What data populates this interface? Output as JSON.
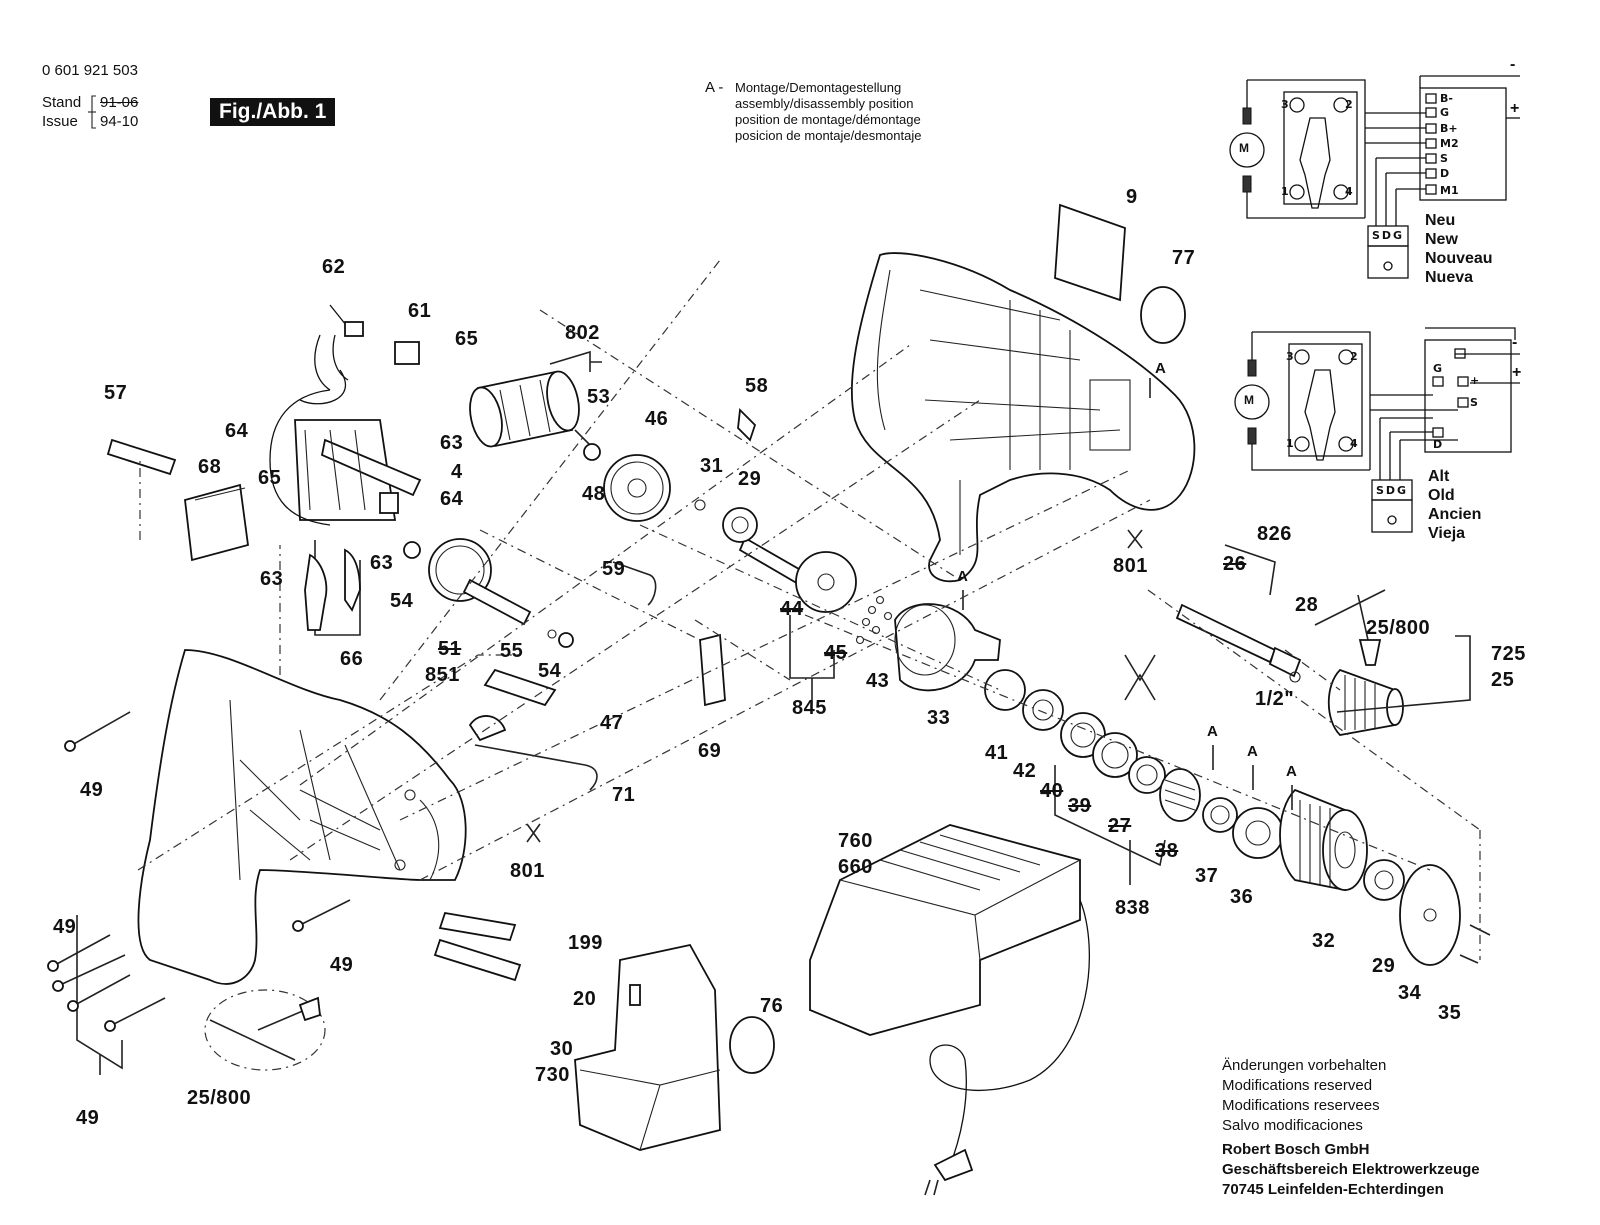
{
  "header": {
    "part_no": "0 601 921 503",
    "stand_label": "Stand",
    "stand_value": "91-06",
    "issue_label": "Issue",
    "issue_value": "94-10",
    "figure_label": "Fig./Abb. 1"
  },
  "assembly_note": {
    "marker": "A -",
    "lines": [
      "Montage/Demontagestellung",
      "assembly/disassembly position",
      "position de montage/démontage",
      "posicion de montaje/desmontaje"
    ]
  },
  "wiring": {
    "new": {
      "pins": [
        "B-",
        "G",
        "B+",
        "M2",
        "S",
        "D",
        "M1"
      ],
      "labels": [
        "Neu",
        "New",
        "Nouveau",
        "Nueva"
      ],
      "plus": "+",
      "minus": "-",
      "motor": "M",
      "sdg": "SDG"
    },
    "old": {
      "pins": [
        "G",
        "+",
        "S",
        "D"
      ],
      "labels": [
        "Alt",
        "Old",
        "Ancien",
        "Vieja"
      ],
      "plus": "+",
      "minus": "-",
      "motor": "M",
      "sdg": "SDG"
    },
    "switch_terminals": [
      "3",
      "2",
      "1",
      "4"
    ]
  },
  "part_numbers": {
    "p9": "9",
    "p77": "77",
    "p62": "62",
    "p61": "61",
    "p65a": "65",
    "p802": "802",
    "p57": "57",
    "p64a": "64",
    "p53": "53",
    "p58": "58",
    "p46": "46",
    "p68": "68",
    "p65b": "65",
    "p63a": "63",
    "p4": "4",
    "p64b": "64",
    "p48": "48",
    "p31": "31",
    "p29a": "29",
    "p801a": "801",
    "p826": "826",
    "p26": "26",
    "p28": "28",
    "p63b": "63",
    "p63c": "63",
    "p54a": "54",
    "p59": "59",
    "p25_800a": "25/800",
    "p725": "725",
    "p25": "25",
    "p66": "66",
    "p51": "51",
    "p851": "851",
    "p55": "55",
    "p54b": "54",
    "p44": "44",
    "p45": "45",
    "p43": "43",
    "p845": "845",
    "p33": "33",
    "p47": "47",
    "p69": "69",
    "p41": "41",
    "p42": "42",
    "p40": "40",
    "p39": "39",
    "p27": "27",
    "p38": "38",
    "p37": "37",
    "p36": "36",
    "p838": "838",
    "p49a": "49",
    "p71": "71",
    "p801b": "801",
    "p760": "760",
    "p660": "660",
    "p199": "199",
    "p49b": "49",
    "p49c": "49",
    "p20": "20",
    "p76": "76",
    "p32": "32",
    "p29b": "29",
    "p34": "34",
    "p35": "35",
    "p30": "30",
    "p730": "730",
    "p25_800b": "25/800",
    "p49d": "49",
    "half_inch": "1/2\"",
    "a1": "A",
    "a2": "A",
    "a3": "A",
    "a4": "A",
    "a5": "A"
  },
  "footer": {
    "notes": [
      "Änderungen vorbehalten",
      "Modifications reserved",
      "Modifications reservees",
      "Salvo modificaciones"
    ],
    "company": [
      "Robert Bosch GmbH",
      "Geschäftsbereich Elektrowerkzeuge",
      "70745 Leinfelden-Echterdingen"
    ]
  }
}
